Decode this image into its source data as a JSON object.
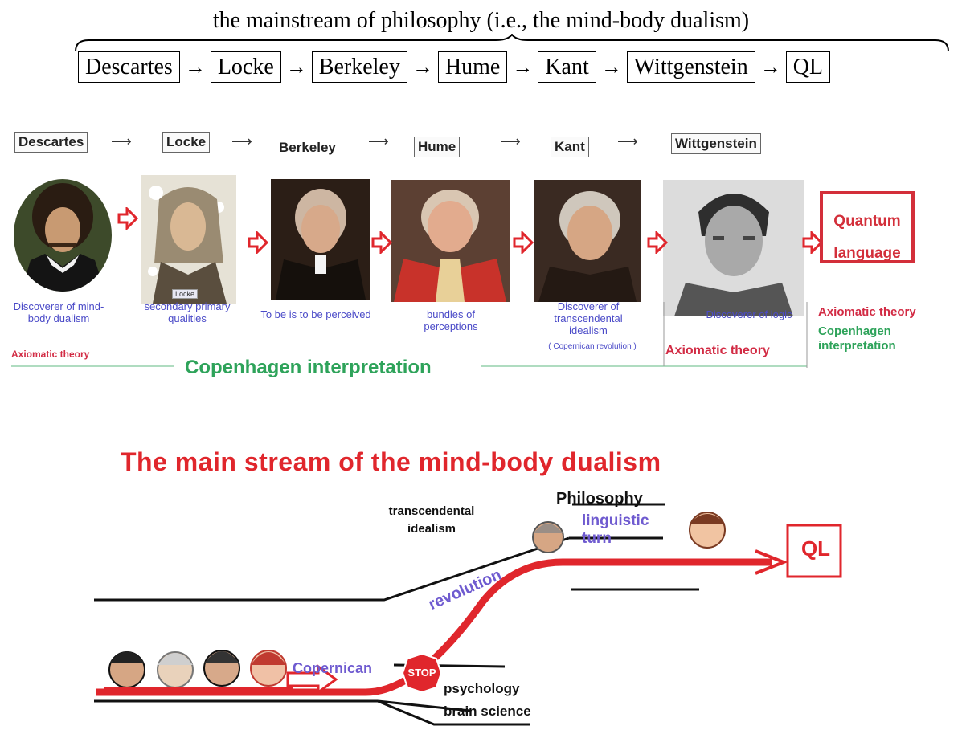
{
  "top": {
    "title": "the mainstream of philosophy (i.e., the mind-body dualism)",
    "chain": [
      "Descartes",
      "Locke",
      "Berkeley",
      "Hume",
      "Kant",
      "Wittgenstein",
      "QL"
    ],
    "arrow": "→"
  },
  "portraits": {
    "names": [
      "Descartes",
      "Locke",
      "Berkeley",
      "Hume",
      "Kant",
      "Wittgenstein"
    ],
    "arrow": "⟶",
    "locke_tag": "Locke",
    "captions": {
      "descartes": "Discoverer of mind-body dualism",
      "locke": "secondary primary qualities",
      "berkeley": "To be is to be perceived",
      "hume": "bundles of perceptions",
      "kant_1": "Discoverer of transcendental idealism",
      "kant_2": "( Copernican revolution )",
      "wittgenstein": "Discoverer of logic"
    },
    "axiomatic_left": "Axiomatic theory",
    "axiomatic_wittgenstein": "Axiomatic theory",
    "copenhagen_center": "Copenhagen interpretation",
    "ql_box": "Quantum language",
    "ql_axiomatic": "Axiomatic theory",
    "ql_copenhagen": "Copenhagen interpretation"
  },
  "stream": {
    "title": "The main stream of the mind-body dualism",
    "transcendental": "transcendental idealism",
    "philosophy": "Philosophy",
    "linguistic": "linguistic turn",
    "revolution": "revolution",
    "copernican": "Copernican",
    "stop": "STOP",
    "psychology": "psychology",
    "brain": "brain science",
    "ql": "QL"
  },
  "colors": {
    "red": "#e0262c",
    "blue": "#4b4bc8",
    "green": "#2ea35a",
    "violet": "#6f5bd0"
  }
}
